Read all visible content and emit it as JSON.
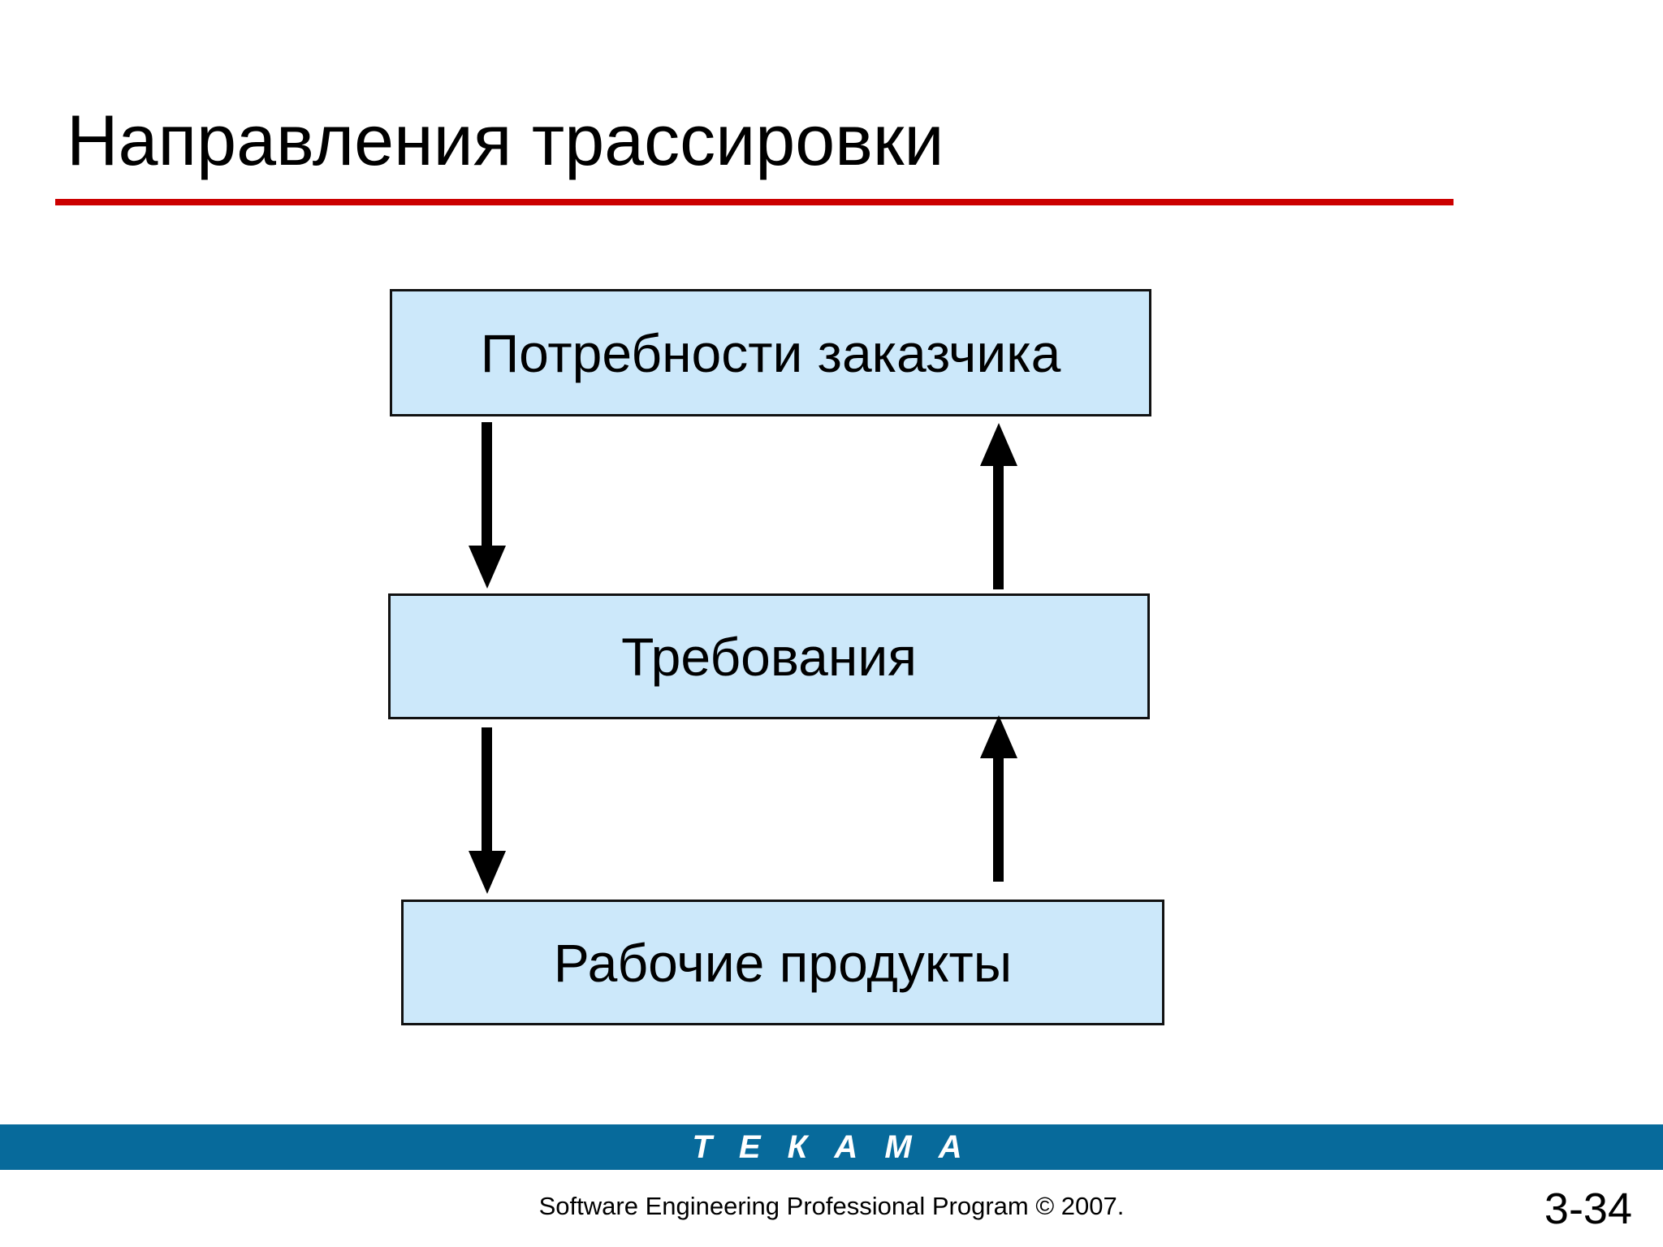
{
  "slide": {
    "title": "Направления трассировки",
    "accent_rule_color": "#cc0000",
    "background_color": "#ffffff"
  },
  "diagram": {
    "type": "flow",
    "box_fill_color": "#cce8fa",
    "box_border_color": "#111111",
    "nodes": [
      {
        "id": "needs",
        "label": "Потребности заказчика"
      },
      {
        "id": "requirements",
        "label": "Требования"
      },
      {
        "id": "workproducts",
        "label": "Рабочие продукты"
      }
    ],
    "arrows": [
      {
        "id": "needs-to-requirements",
        "from": "needs",
        "to": "requirements",
        "direction": "down"
      },
      {
        "id": "requirements-to-needs",
        "from": "requirements",
        "to": "needs",
        "direction": "up"
      },
      {
        "id": "requirements-to-workproducts",
        "from": "requirements",
        "to": "workproducts",
        "direction": "down"
      },
      {
        "id": "workproducts-to-requirements",
        "from": "workproducts",
        "to": "requirements",
        "direction": "up"
      }
    ]
  },
  "footer": {
    "brand": "Т Е К А М А",
    "brand_band_color": "#076a9b",
    "copyright": "Software Engineering Professional Program © 2007.",
    "page_number": "3-34"
  }
}
